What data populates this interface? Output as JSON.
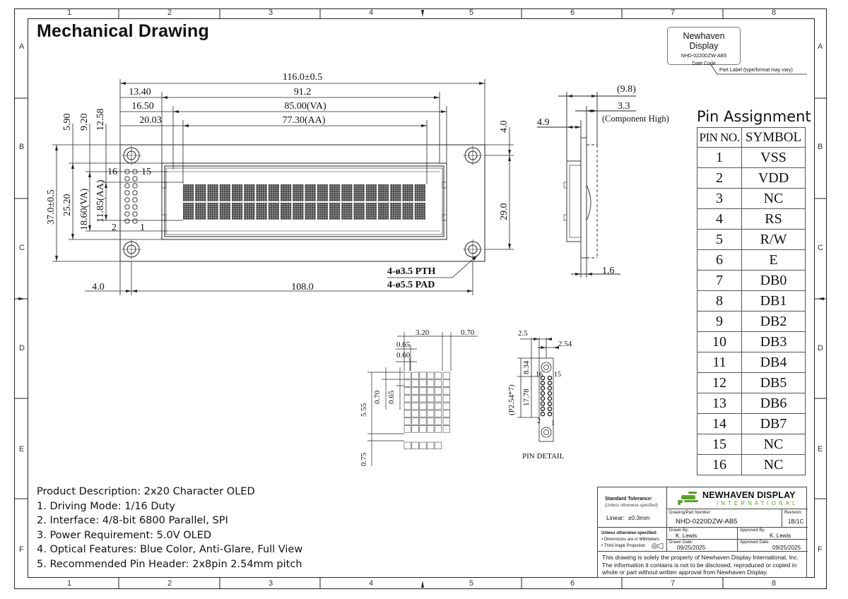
{
  "title": "Mechanical Drawing",
  "zones": {
    "columns": [
      "1",
      "2",
      "3",
      "4",
      "5",
      "6",
      "7",
      "8"
    ],
    "rows": [
      "A",
      "B",
      "C",
      "D",
      "E",
      "F"
    ]
  },
  "part_label": {
    "company": "Newhaven Display",
    "part": "NHD-0220DZW-AB5",
    "date_code": "Date Code",
    "note": "Part Label (type/format may vary)"
  },
  "dimensions": {
    "overall_width": "116.0±0.5",
    "d_13_40": "13.40",
    "d_91_2": "91.2",
    "d_16_50": "16.50",
    "va_width": "85.00(VA)",
    "d_20_03": "20.03",
    "aa_width": "77.30(AA)",
    "d_5_90": "5.90",
    "d_9_20": "9.20",
    "d_12_58": "12.58",
    "overall_height": "37.0±0.5",
    "d_25_20": "25.20",
    "va_height": "18.60(VA)",
    "aa_height": "11.85(AA)",
    "d_4_0_top": "4.0",
    "d_29_0": "29.0",
    "hole_left": "4.0",
    "hole_pitch": "108.0",
    "hole_pth": "4-ø3.5 PTH",
    "hole_pad": "4-ø5.5 PAD",
    "pin16": "16",
    "pin15": "15",
    "pin2": "2",
    "pin1": "1",
    "side_9_8": "(9.8)",
    "side_3_3": "3.3",
    "side_comp": "(Component High)",
    "side_4_9": "4.9",
    "side_1_6": "1.6",
    "dot_3_20": "3.20",
    "dot_0_70": "0.70",
    "dot_0_65a": "0.65",
    "dot_0_60": "0.60",
    "dot_0_70v": "0.70",
    "dot_0_65v": "0.65",
    "dot_5_55": "5.55",
    "dot_0_75": "0.75",
    "pd_2_5": "2.5",
    "pd_2_54": "2.54",
    "pd_8_34": "8.34",
    "pd_17_78": "17.78",
    "pd_p254": "(P2.54*7)",
    "pd_16": "16",
    "pd_15": "15",
    "pd_2": "2",
    "pd_1": "1",
    "pin_detail": "PIN DETAIL"
  },
  "pin_assignment": {
    "title": "Pin Assignment",
    "headers": [
      "PIN NO.",
      "SYMBOL"
    ],
    "rows": [
      [
        "1",
        "VSS"
      ],
      [
        "2",
        "VDD"
      ],
      [
        "3",
        "NC"
      ],
      [
        "4",
        "RS"
      ],
      [
        "5",
        "R/W"
      ],
      [
        "6",
        "E"
      ],
      [
        "7",
        "DB0"
      ],
      [
        "8",
        "DB1"
      ],
      [
        "9",
        "DB2"
      ],
      [
        "10",
        "DB3"
      ],
      [
        "11",
        "DB4"
      ],
      [
        "12",
        "DB5"
      ],
      [
        "13",
        "DB6"
      ],
      [
        "14",
        "DB7"
      ],
      [
        "15",
        "NC"
      ],
      [
        "16",
        "NC"
      ]
    ]
  },
  "description": [
    "Product Description: 2x20 Character OLED",
    "1. Driving Mode: 1/16 Duty",
    "2. Interface: 4/8-bit 6800 Parallel, SPI",
    "3. Power Requirement: 5.0V OLED",
    "4. Optical Features: Blue Color, Anti-Glare, Full View",
    "5. Recommended Pin Header: 2x8pin 2.54mm pitch"
  ],
  "title_block": {
    "tolerance_title": "Standard Tolerance:",
    "tolerance_sub": "(Unless otherwise specified)",
    "linear_label": "Linear:",
    "linear_value": "±0.3mm",
    "logo_main": "NEWHAVEN DISPLAY",
    "logo_sub": "INTERNATIONAL",
    "part_number_label": "Drawing/Part Number:",
    "part_number": "NHD-0220DZW-AB5",
    "revision_label": "Revision:",
    "revision": "1B/1C",
    "unless": "Unless otherwise specified:",
    "note1": "• Dimensions are in Millimeters",
    "note2": "• Third Angle Projection",
    "drawn_by_label": "Drawn By:",
    "drawn_by": "K. Lewis",
    "approved_by_label": "Approved By:",
    "approved_by": "K. Lewis",
    "drawn_date_label": "Drawn Date:",
    "drawn_date": "09/25/2025",
    "approved_date_label": "Approved Date:",
    "approved_date": "09/25/2025",
    "disclaimer": "This drawing is solely the property of Newhaven Display International, Inc. The information it contains is not to be disclosed, reproduced or copied in whole or part without written approval from Newhaven Display."
  },
  "colors": {
    "line": "#222222",
    "logo_green": "#5aa02c"
  }
}
